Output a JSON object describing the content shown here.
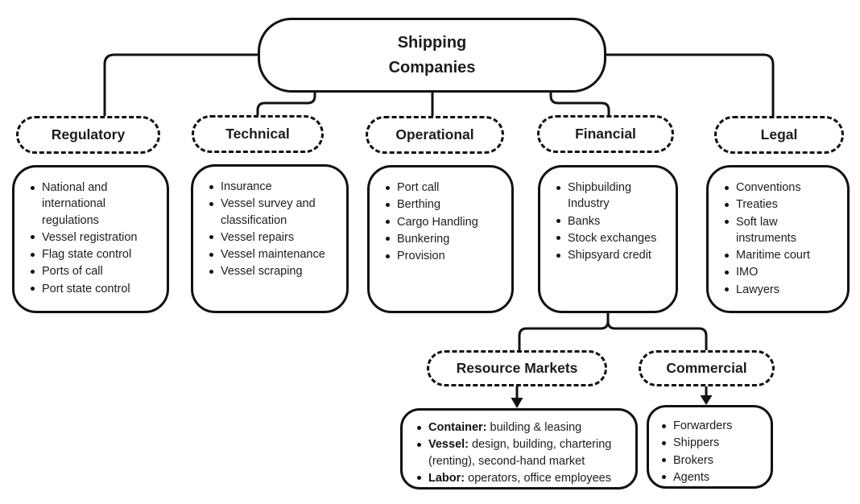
{
  "diagram_title": "Shipping Companies organizational diagram",
  "root": {
    "label": "Shipping\nCompanies"
  },
  "branches": [
    {
      "id": "regulatory",
      "label": "Regulatory",
      "items": [
        "National and international regulations",
        "Vessel registration",
        "Flag state control",
        "Ports of call",
        "Port state control"
      ]
    },
    {
      "id": "technical",
      "label": "Technical",
      "items": [
        "Insurance",
        "Vessel survey and classification",
        "Vessel repairs",
        "Vessel maintenance",
        "Vessel scraping"
      ]
    },
    {
      "id": "operational",
      "label": "Operational",
      "items": [
        "Port call",
        "Berthing",
        "Cargo Handling",
        "Bunkering",
        "Provision"
      ]
    },
    {
      "id": "financial",
      "label": "Financial",
      "items": [
        "Shipbuilding Industry",
        "Banks",
        "Stock exchanges",
        "Shipsyard credit"
      ]
    },
    {
      "id": "legal",
      "label": "Legal",
      "items": [
        "Conventions",
        "Treaties",
        "Soft law instruments",
        "Maritime court",
        "IMO",
        "Lawyers"
      ]
    }
  ],
  "financial_children": [
    {
      "id": "resource-markets",
      "label": "Resource Markets",
      "items": [
        {
          "b": "Container:",
          "t": " building & leasing"
        },
        {
          "b": "Vessel:",
          "t": " design, building, chartering (renting), second-hand market"
        },
        {
          "b": "Labor:",
          "t": " operators, office employees"
        }
      ]
    },
    {
      "id": "commercial",
      "label": "Commercial",
      "items": [
        "Forwarders",
        "Shippers",
        "Brokers",
        "Agents"
      ]
    }
  ],
  "colors": {
    "line": "#111111",
    "text": "#1c1c1c",
    "background": "#ffffff"
  }
}
